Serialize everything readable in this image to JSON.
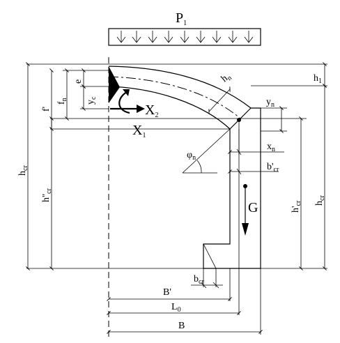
{
  "labels": {
    "load": {
      "main": "P",
      "sub": "1"
    },
    "h1": {
      "main": "h",
      "sub": "1"
    },
    "hn": {
      "main": "h",
      "sub": "n"
    },
    "yn": {
      "main": "y",
      "sub": "n"
    },
    "xn": {
      "main": "x",
      "sub": "n"
    },
    "fprime": {
      "main": "f'"
    },
    "fn": {
      "main": "f",
      "sub": "n"
    },
    "e": {
      "main": "e"
    },
    "yc": {
      "main": "y",
      "sub": "c"
    },
    "x2": {
      "main": "X",
      "sub": "2"
    },
    "x1": {
      "main": "X",
      "sub": "1"
    },
    "phin": {
      "main": "φ",
      "sub": "n"
    },
    "bprime_cr": {
      "main": "b'",
      "sub": "cr"
    },
    "hcr_left": {
      "main": "h",
      "sub": "cr"
    },
    "hdprime_cr": {
      "main": "h''",
      "sub": "cr"
    },
    "hprime_cr": {
      "main": "h'",
      "sub": "cr"
    },
    "hcr_right": {
      "main": "h",
      "sub": "cr"
    },
    "g": {
      "main": "G"
    },
    "bcr": {
      "main": "b",
      "sub": "cr"
    },
    "bprime": {
      "main": "B'"
    },
    "l0": {
      "main": "L",
      "sub": "0"
    },
    "b": {
      "main": "B"
    }
  }
}
